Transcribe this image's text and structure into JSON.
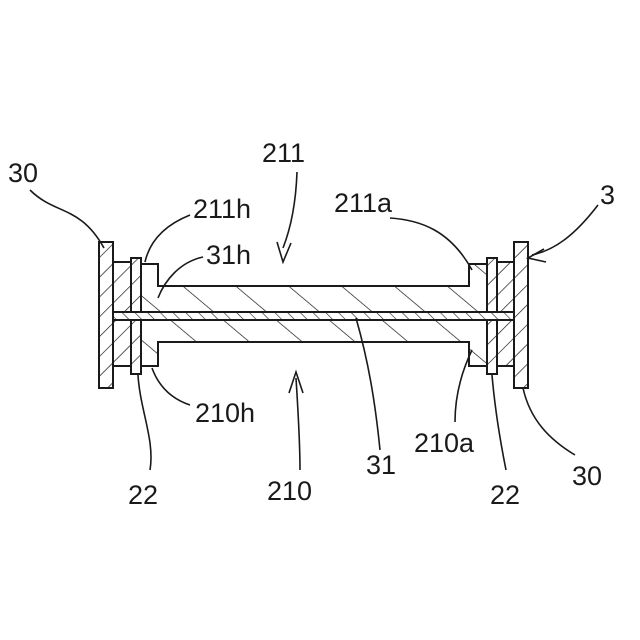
{
  "figure": {
    "labels": {
      "l30_left": "30",
      "l211": "211",
      "l211h": "211h",
      "l31h": "31h",
      "l211a": "211a",
      "l3": "3",
      "l210h": "210h",
      "l22_left": "22",
      "l210": "210",
      "l31": "31",
      "l210a": "210a",
      "l22_right": "22",
      "l30_right": "30"
    },
    "colors": {
      "line": "#1a1a1a",
      "background": "#ffffff"
    }
  }
}
